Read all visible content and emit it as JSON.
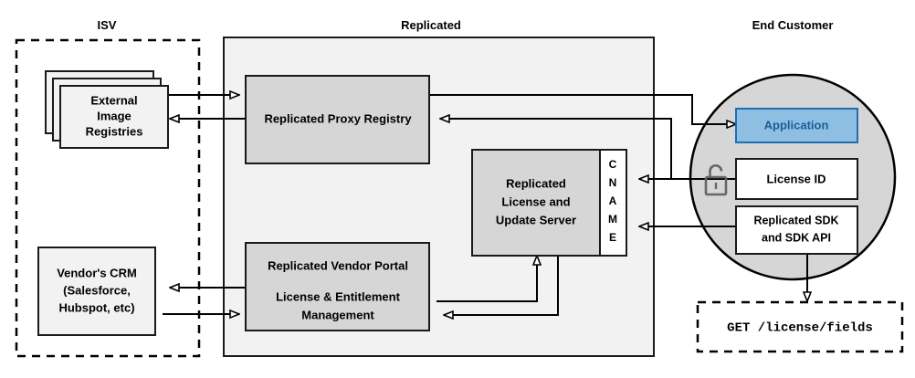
{
  "zones": {
    "isv": {
      "title": "ISV"
    },
    "replicated": {
      "title": "Replicated"
    },
    "end_customer": {
      "title": "End Customer"
    }
  },
  "nodes": {
    "external_registries": {
      "line1": "External",
      "line2": "Image",
      "line3": "Registries"
    },
    "vendor_crm": {
      "line1": "Vendor's CRM",
      "line2": "(Salesforce,",
      "line3": "Hubspot, etc)"
    },
    "proxy_registry": {
      "label": "Replicated Proxy Registry"
    },
    "license_server": {
      "line1": "Replicated",
      "line2": "License and",
      "line3": "Update Server"
    },
    "cname": {
      "letters": [
        "C",
        "N",
        "A",
        "M",
        "E"
      ],
      "label": "CNAME"
    },
    "vendor_portal": {
      "line1": "Replicated Vendor Portal",
      "line2": "License & Entitlement",
      "line3": "Management"
    },
    "application": {
      "label": "Application"
    },
    "license_id": {
      "label": "License ID"
    },
    "sdk": {
      "line1": "Replicated SDK",
      "line2": "and SDK API"
    },
    "api_call": {
      "label": "GET /license/fields"
    }
  },
  "icons": {
    "unlocked_padlock": "unlock-icon"
  },
  "colors": {
    "zone_fill": "#f2f2f2",
    "node_gray": "#d6d6d6",
    "node_light": "#f2f2f2",
    "circle_fill": "#d6d6d6",
    "application_fill": "#8ebfe3",
    "application_stroke": "#1f6fb0",
    "application_text": "#1a5e96",
    "stroke": "#1a1a1a",
    "lock": "#666666"
  }
}
